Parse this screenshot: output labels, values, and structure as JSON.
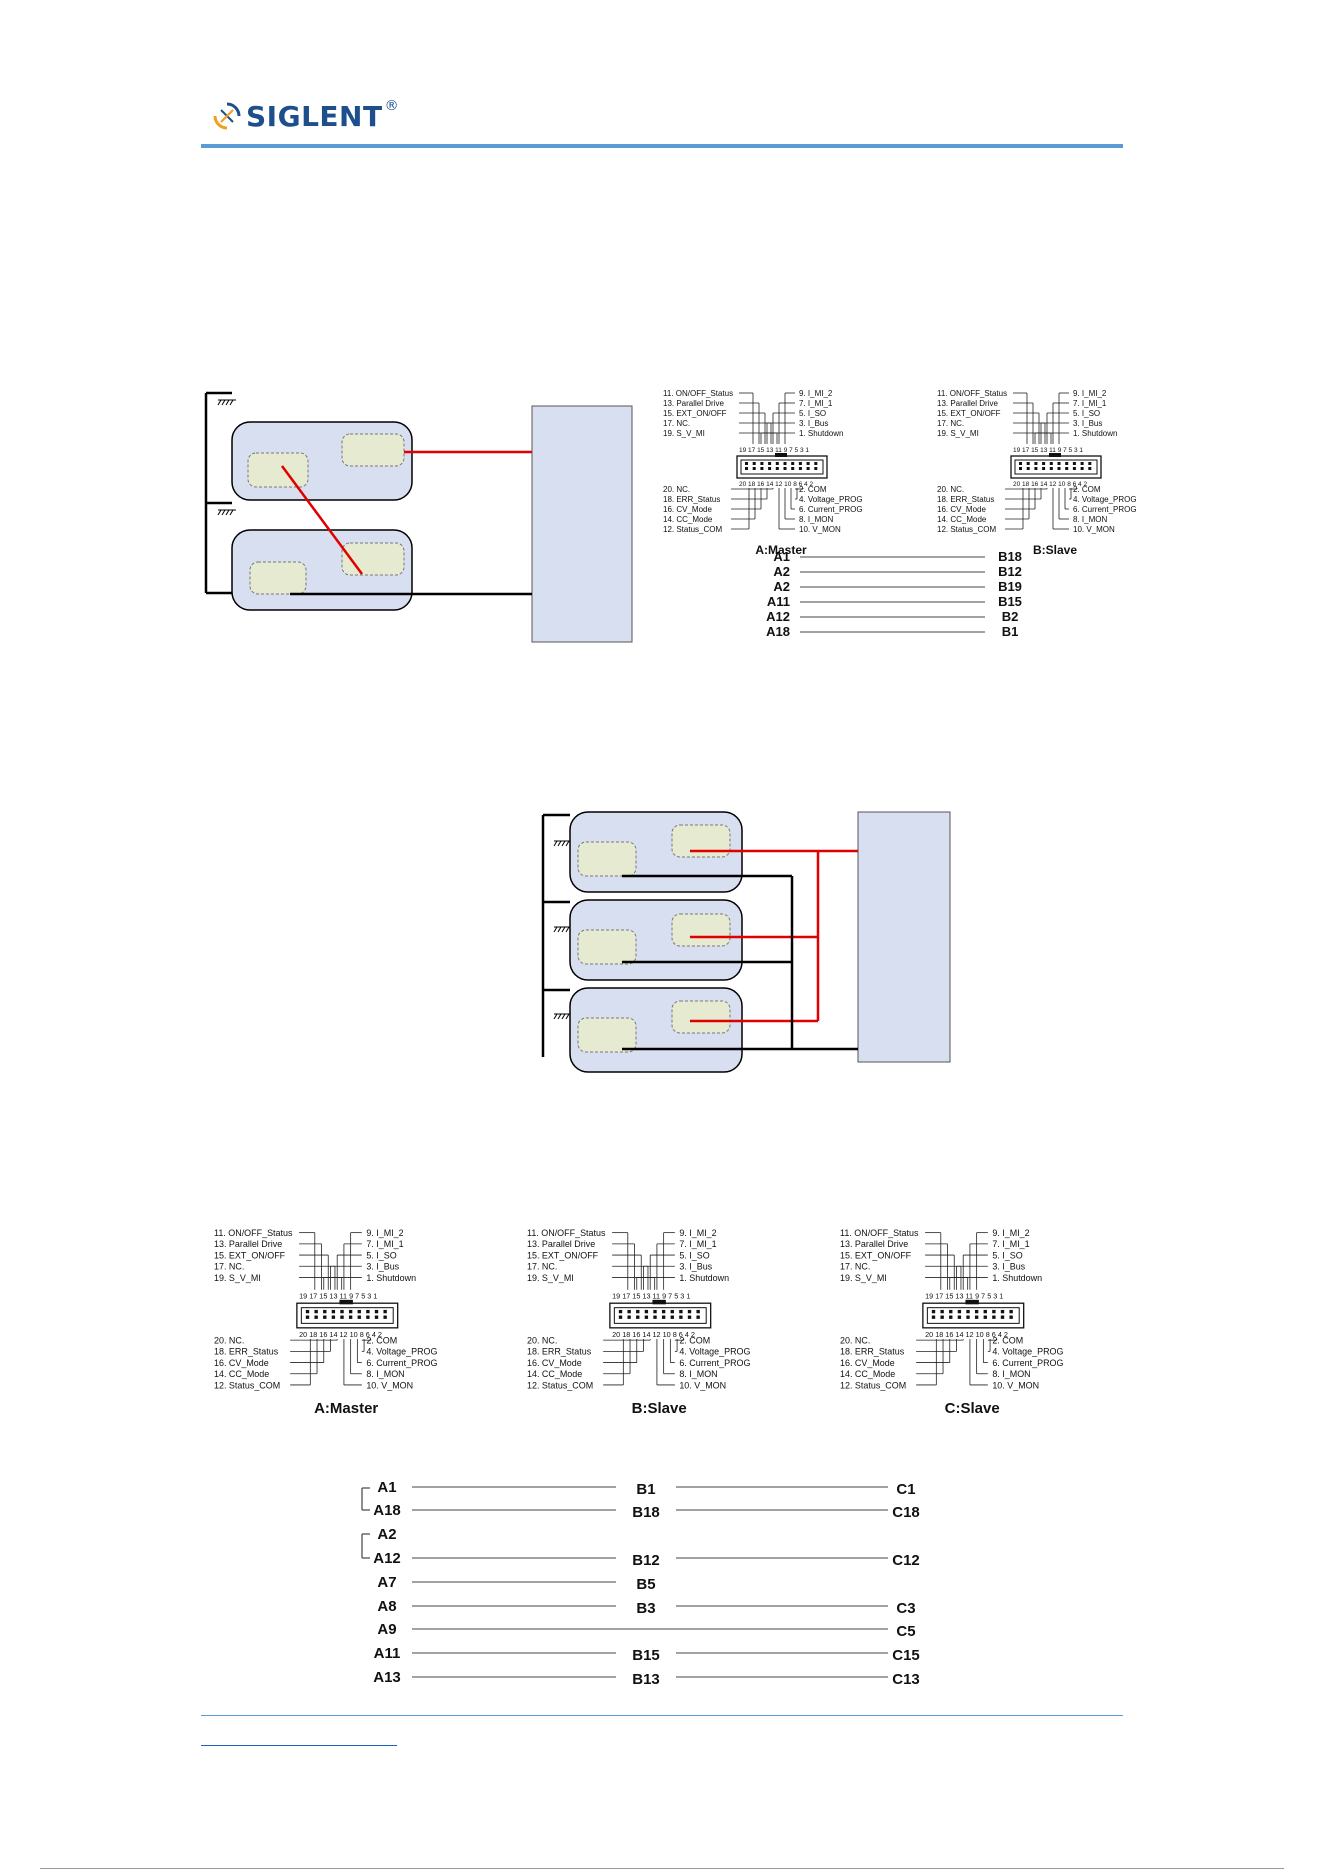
{
  "header": {
    "brand": "SIGLENT",
    "registered": "®"
  },
  "pinout": {
    "top_left": [
      "11. ON/OFF_Status",
      "13. Parallel Drive",
      "15. EXT_ON/OFF",
      "17. NC.",
      "19. S_V_MI"
    ],
    "top_right": [
      "9. I_MI_2",
      "7. I_MI_1",
      "5. I_SO",
      "3. I_Bus",
      "1. Shutdown"
    ],
    "top_numbers": "19 17 15 13 11 9 7 5 3 1",
    "bottom_numbers": "20 18 16 14 12 10 8 6 4 2",
    "bottom_left": [
      "20. NC.",
      "18. ERR_Status",
      "16. CV_Mode",
      "14. CC_Mode",
      "12. Status_COM"
    ],
    "bottom_right_master2": [
      "2. COM",
      "4. Voltage_PROG",
      "6. Current_PROG",
      "8. I_MON",
      "10. V_MON"
    ],
    "bottom_right": [
      "2. COM",
      "4. Voltage_PROG",
      "6. Current_PROG",
      "8. I_MON",
      "10. V_MON"
    ]
  },
  "diagram1": {
    "captions": [
      "A:Master",
      "B:Slave"
    ],
    "connections": [
      {
        "a": "A1",
        "b": "B18"
      },
      {
        "a": "A2",
        "b": "B12"
      },
      {
        "a": "A2",
        "b": "B19"
      },
      {
        "a": "A11",
        "b": "B15"
      },
      {
        "a": "A12",
        "b": "B2"
      },
      {
        "a": "A18",
        "b": "B1"
      }
    ]
  },
  "diagram3": {
    "captions": [
      "A:Master",
      "B:Slave",
      "C:Slave"
    ],
    "connections": [
      {
        "a": "A1",
        "b": "B1",
        "c": "C1"
      },
      {
        "a": "A18",
        "b": "B18",
        "c": "C18"
      },
      {
        "a": "A2",
        "b": "",
        "c": ""
      },
      {
        "a": "A12",
        "b": "B12",
        "c": "C12"
      },
      {
        "a": "A7",
        "b": "B5",
        "c": ""
      },
      {
        "a": "A8",
        "b": "B3",
        "c": "C3"
      },
      {
        "a": "A9",
        "b": "",
        "c": "C5"
      },
      {
        "a": "A11",
        "b": "B15",
        "c": "C15"
      },
      {
        "a": "A13",
        "b": "B13",
        "c": "C13"
      }
    ]
  },
  "colors": {
    "accent": "#5b9bd5",
    "brand": "#1d4f8c",
    "wire_red": "#e00000",
    "unit_fill": "#d7dff0",
    "terminal_fill": "#e6ead0"
  }
}
